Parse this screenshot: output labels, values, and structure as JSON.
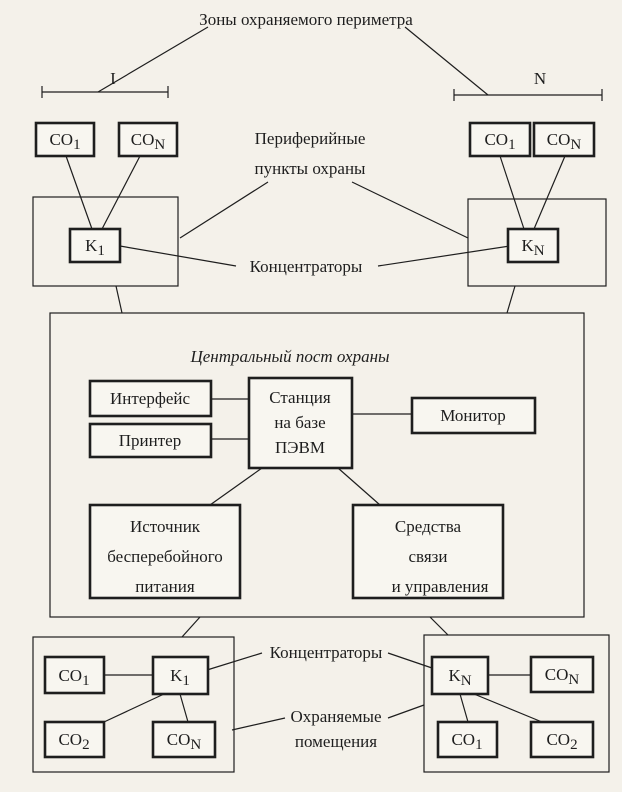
{
  "title": "Зоны охраняемого периметра",
  "zones": {
    "first": "I",
    "last": "N"
  },
  "peripheral_label": [
    "Периферийные",
    "пункты охраны"
  ],
  "top_left": {
    "so1": "CO",
    "so1_sub": "1",
    "son": "CO",
    "son_sub": "N",
    "k": "K",
    "k_sub": "1"
  },
  "top_right": {
    "so1": "CO",
    "so1_sub": "1",
    "son": "CO",
    "son_sub": "N",
    "k": "K",
    "k_sub": "N"
  },
  "concentrators_top": "Концентраторы",
  "central": {
    "title": "Центральный пост охраны",
    "interface": "Интерфейс",
    "printer": "Принтер",
    "station": [
      "Станция",
      "на базе",
      "ПЭВМ"
    ],
    "monitor": "Монитор",
    "ups": [
      "Источник",
      "бесперебойного",
      "питания"
    ],
    "comms": [
      "Средства",
      "связи",
      "и управления"
    ]
  },
  "concentrators_bottom": "Концентраторы",
  "protected_label": [
    "Охраняемые",
    "помещения"
  ],
  "bottom_left": {
    "so1": "CO",
    "so1_sub": "1",
    "k": "K",
    "k_sub": "1",
    "so2": "CO",
    "so2_sub": "2",
    "son": "CO",
    "son_sub": "N"
  },
  "bottom_right": {
    "k": "K",
    "k_sub": "N",
    "son": "CO",
    "son_sub": "N",
    "so1": "CO",
    "so1_sub": "1",
    "so2": "CO",
    "so2_sub": "2"
  }
}
